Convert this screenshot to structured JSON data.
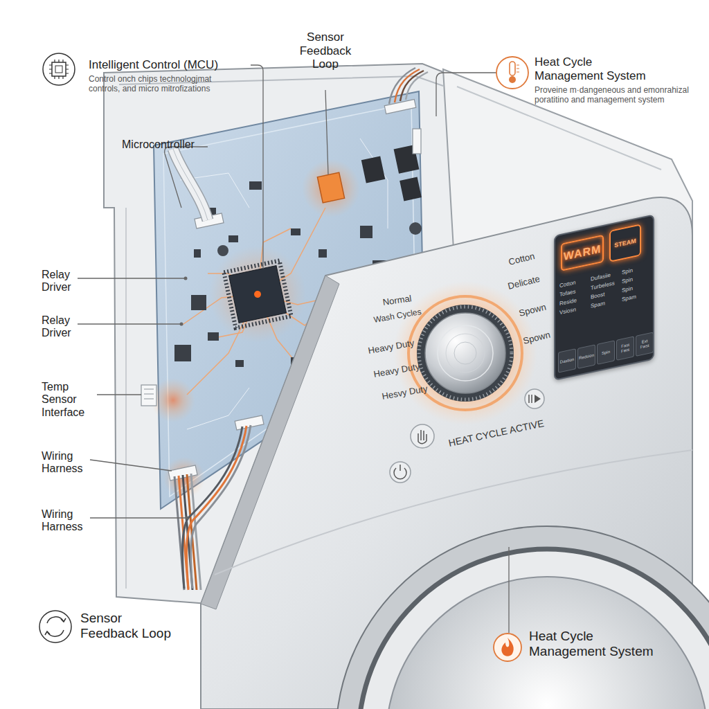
{
  "diagram": {
    "nodes": [
      {
        "text": [
          "Cotton",
          "Dufasiie",
          "Spin",
          "Tofaes",
          "Turbeless",
          "Spin",
          "Reside",
          "Boost",
          "Spin",
          "Vsiosn",
          "Spam",
          "Spam"
        ]
      },
      {
        "text": [
          "WARM"
        ],
        "in": 0
      },
      {
        "text": [
          "STEAM"
        ],
        "in": 0
      },
      {
        "text": [
          "Dastion"
        ],
        "in": 0
      },
      {
        "text": [
          "Redsion"
        ],
        "in": 0
      },
      {
        "text": [
          "Spin"
        ],
        "in": 0
      },
      {
        "text": [
          "Fast Fent"
        ],
        "in": 0
      },
      {
        "text": [
          "Ext Fwst"
        ],
        "in": 0
      }
    ],
    "labels": [
      "Intelligent Control (MCU)",
      "Control onch chips technologjmat controls, and micro mitrofizations",
      "Sensor Feedback Loop",
      "Heat Cycle Management System",
      "Proveine m·dangeneous and emonrahizal poratitino and management system",
      "Microcontroller",
      "Relay Driver",
      "Relay Driver",
      "Temp Sensor Interface",
      "Wiring Harness",
      "Wiring Harness",
      "Normal",
      "Wash Cycles",
      "Heavy Duty",
      "Heavy Duty",
      "Hesvy Duty",
      "Cotton",
      "Delicate",
      "Spown",
      "Spown",
      "HEAT CYCLE ACTIVE",
      "Sensor Feedback Loop",
      "Heat Cycle Management System"
    ]
  }
}
